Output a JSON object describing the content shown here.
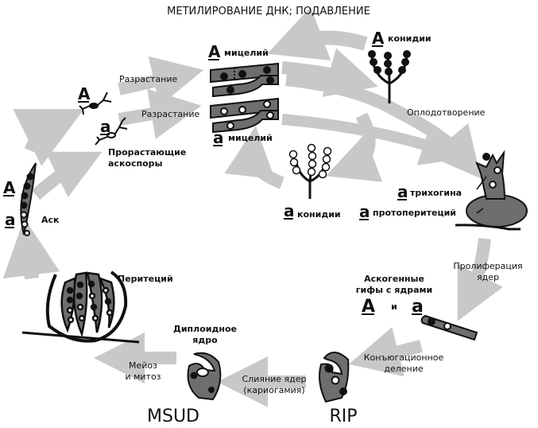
{
  "title": "МЕТИЛИРОВАНИЕ ДНК; ПОДАВЛЕНИЕ",
  "letters": {
    "dominant": "A",
    "recessive": "a"
  },
  "mycelium_label": "мицелий",
  "conidia_label": "конидии",
  "growth_label": "Разрастание",
  "fertilization_label": "Оплодотворение",
  "trichogyne_label": "трихогина",
  "protoperithecium_label": "протоперитеций",
  "germinating_label": "Прорастающие аскоспоры",
  "germinating_line1": "Прорастающие",
  "germinating_line2": "аскоспоры",
  "ascus_label": "Аск",
  "perithecium_label": "Перитеций",
  "proliferation_line1": "Пролиферация",
  "proliferation_line2": "ядер",
  "ascogenous_line1": "Аскогенные",
  "ascogenous_line2": "гифы с ядрами",
  "and_label": "и",
  "conjugate_line1": "Конъюгационное",
  "conjugate_line2": "деление",
  "fusion_line1": "Слияние ядер",
  "fusion_line2": "(кариогамия)",
  "diploid_line1": "Диплоидное",
  "diploid_line2": "ядро",
  "meiosis_line1": "Мейоз",
  "meiosis_line2": "и митоз",
  "msud_label": "MSUD",
  "rip_label": "RIP",
  "colors": {
    "arrow": "#c8c8c8",
    "cell_fill": "#6e6e6e",
    "outline": "#111111",
    "nucleus_dark": "#111111",
    "nucleus_light": "#ffffff"
  }
}
